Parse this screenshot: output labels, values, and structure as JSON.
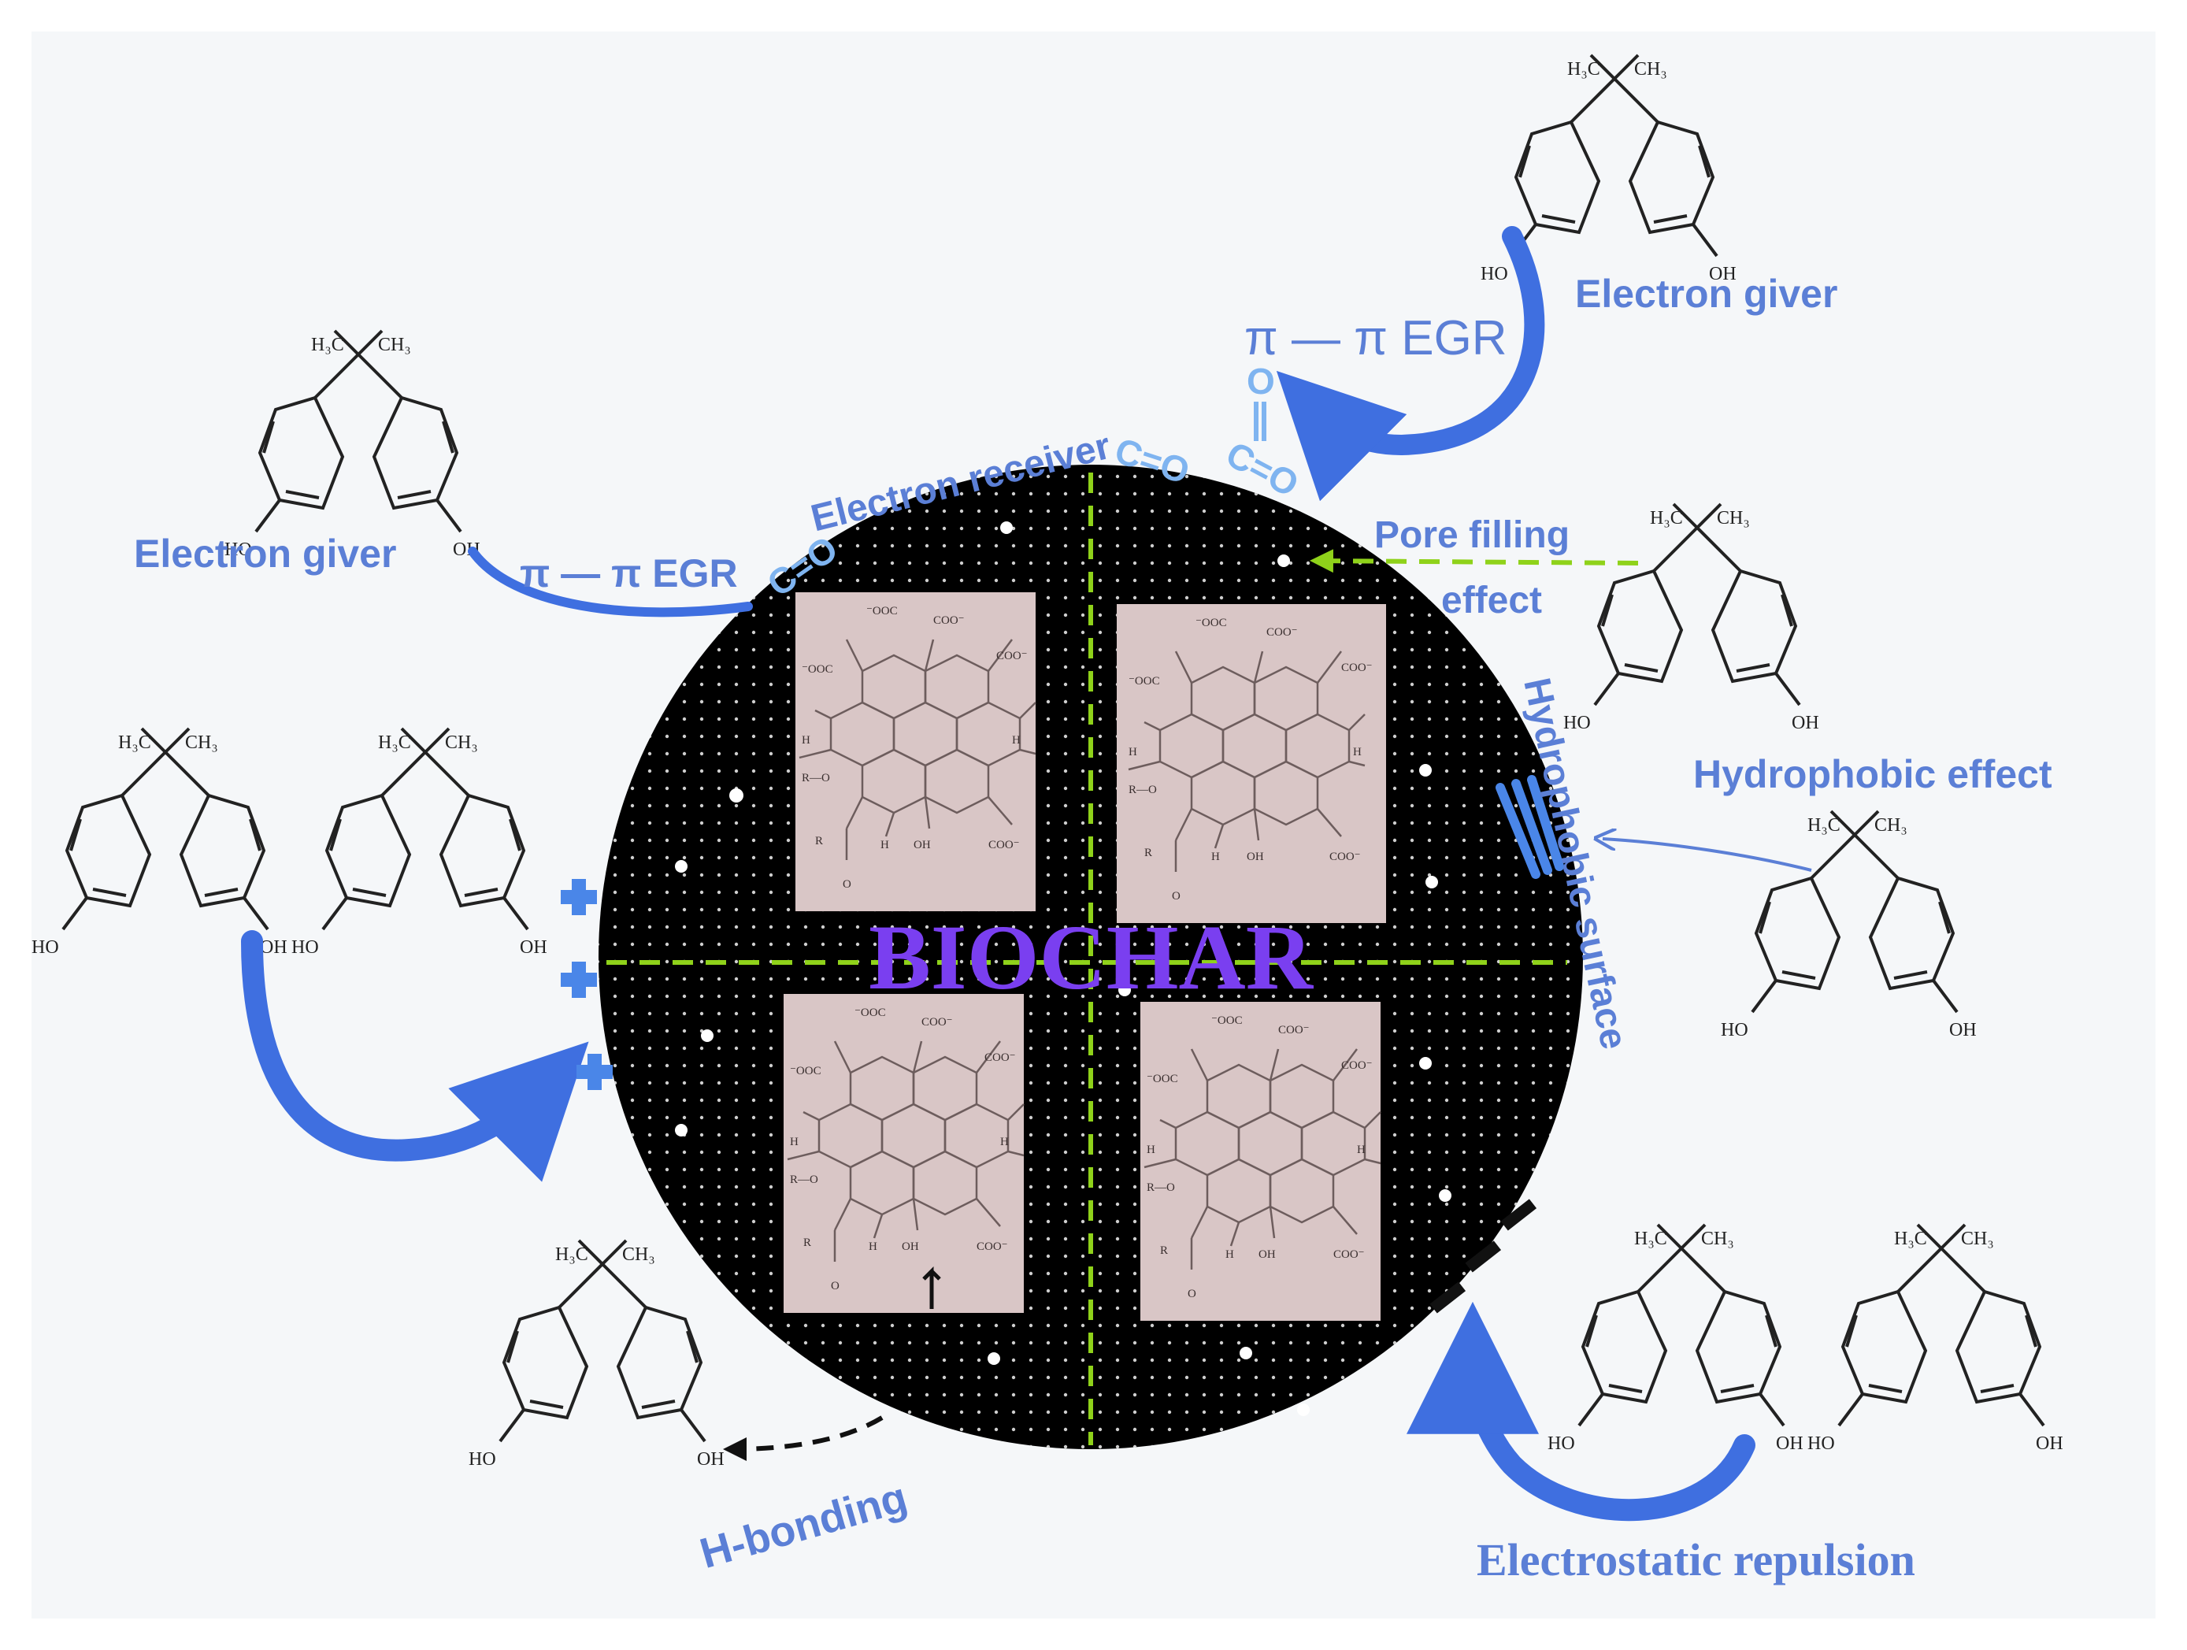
{
  "center": {
    "title": "BIOCHAR"
  },
  "labels": {
    "electron_giver_left": "Electron giver",
    "electron_giver_right": "Electron giver",
    "electron_receiver": "Electron receiver",
    "pi_egr_left": "π — π EGR",
    "pi_egr_right": "π — π EGR",
    "pore_filling_1": "Pore filling",
    "pore_filling_2": "effect",
    "hydrophobic_effect": "Hydrophobic effect",
    "hydrophobic_surface": "Hydrophobic surface",
    "h_bonding": "H-bonding",
    "electrostatic_repulsion": "Electrostatic repulsion"
  },
  "chem": {
    "co_left": "C=O",
    "co_top_1": "C=O",
    "co_top_2": "C=O",
    "o_top": "O"
  },
  "bpa": {
    "methyl_left": "H₃C",
    "methyl_right": "CH₃",
    "oh_left": "HO",
    "oh_right": "OH"
  },
  "inset": {
    "tl": "⁻OOC",
    "tc": "COO⁻",
    "tr": "COO⁻",
    "ml": "⁻OOC",
    "h1": "H",
    "h2": "H",
    "h3": "H",
    "ro": "R—O",
    "r": "R",
    "oh": "OH",
    "o": "O",
    "br": "COO⁻"
  },
  "colors": {
    "label_blue": "#5b7fd6",
    "arrow_blue": "#3f6fe0",
    "biochar_title": "#7a3ff0",
    "dashed_green": "#8fd21a",
    "co_blue": "#7fb4f0",
    "circle": "#000000",
    "inset_bg": "#d9c6c6"
  }
}
